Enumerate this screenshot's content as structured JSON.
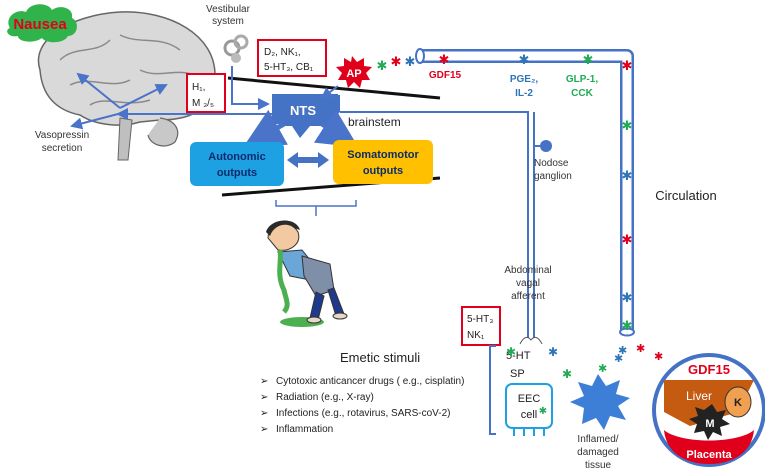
{
  "labels": {
    "nausea": "Nausea",
    "vestibular_line1": "Vestibular",
    "vestibular_line2": "system",
    "receptor_box1": {
      "line1": "D₂, NK₁,",
      "line2": "5-HT₃, CB₁"
    },
    "receptor_box2": {
      "line1": "H₁,",
      "line2": "M ₃/₅"
    },
    "ap": "AP",
    "nts": "NTS",
    "brainstem": "brainstem",
    "vasopressin_line1": "Vasopressin",
    "vasopressin_line2": "secretion",
    "autonomic_line1": "Autonomic",
    "autonomic_line2": "outputs",
    "somatomotor_line1": "Somatomotor",
    "somatomotor_line2": "outputs",
    "gdf15": "GDF15",
    "pge2_line1": "PGE₂,",
    "pge2_line2": "IL-2",
    "glp1_line1": "GLP-1,",
    "glp1_line2": "CCK",
    "nodose_line1": "Nodose",
    "nodose_line2": "ganglion",
    "circulation": "Circulation",
    "vagal_line1": "Abdominal",
    "vagal_line2": "vagal",
    "vagal_line3": "afferent",
    "receptor_box3": {
      "line1": "5-HT₃",
      "line2": "NK₁"
    },
    "five_ht": "5-HT",
    "sp": "SP",
    "eec_line1": "EEC",
    "eec_line2": "cell",
    "inflamed_line1": "Inflamed/",
    "inflamed_line2": "damaged",
    "inflamed_line3": "tissue",
    "organ_gdf15": "GDF15",
    "liver": "Liver",
    "k": "K",
    "m": "M",
    "placenta": "Placenta"
  },
  "emetic": {
    "title": "Emetic stimuli",
    "items": [
      "Cytotoxic anticancer drugs ( e.g., cisplatin)",
      "Radiation (e.g., X-ray)",
      "Infections  (e.g., rotavirus, SARS-coV-2)",
      "Inflammation"
    ]
  },
  "colors": {
    "blue_path": "#4472c4",
    "arrow_blue": "#4a74c9",
    "red": "#e0001b",
    "green": "#22aa55",
    "blue_star": "#2e75b6",
    "autonomic_fill": "#1da1e2",
    "somatomotor_fill": "#ffc000",
    "nausea_green": "#2fb34a"
  }
}
